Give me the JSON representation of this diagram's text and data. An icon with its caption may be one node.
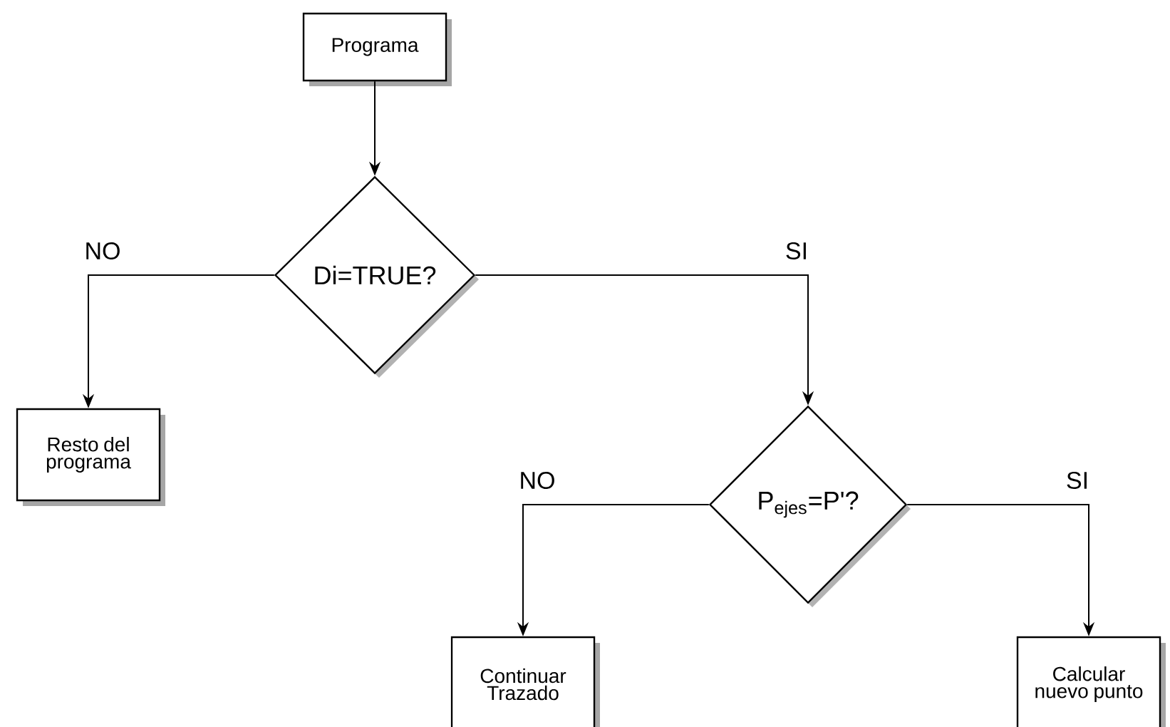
{
  "diagram": {
    "nodes": [
      {
        "text": [
          "Programa"
        ]
      },
      {
        "text": [
          "Di=TRUE?"
        ]
      },
      {
        "text": [
          "Resto del programa"
        ]
      },
      {
        "text": [
          "P$_{ejes}$=P'?"
        ]
      },
      {
        "text": [
          "Continuar Trazado"
        ]
      },
      {
        "text": [
          "Calcular nuevo punto"
        ]
      }
    ],
    "edges": [
      {
        "from": 0,
        "to": 1,
        "arrow": "to"
      },
      {
        "from": 1,
        "to": 2,
        "arrow": "to",
        "label": "NO"
      },
      {
        "from": 1,
        "to": 3,
        "arrow": "to",
        "label": "SI"
      },
      {
        "from": 3,
        "to": 4,
        "arrow": "to",
        "label": "NO"
      },
      {
        "from": 3,
        "to": 5,
        "arrow": "to",
        "label": "SI"
      }
    ]
  }
}
